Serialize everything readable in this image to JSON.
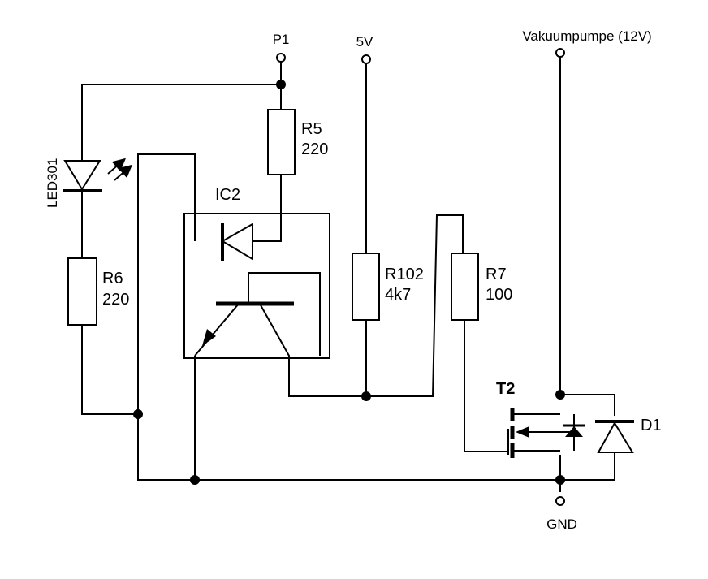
{
  "labels": {
    "p1": "P1",
    "v5": "5V",
    "pump": "Vakuumpumpe (12V)",
    "gnd": "GND",
    "led": "LED301",
    "ic": "IC2",
    "r5_name": "R5",
    "r5_value": "220",
    "r6_name": "R6",
    "r6_value": "220",
    "r102_name": "R102",
    "r102_value": "4k7",
    "r7_name": "R7",
    "r7_value": "100",
    "t2": "T2",
    "d1": "D1"
  },
  "colors": {
    "wire": "#000000",
    "background": "#ffffff"
  }
}
